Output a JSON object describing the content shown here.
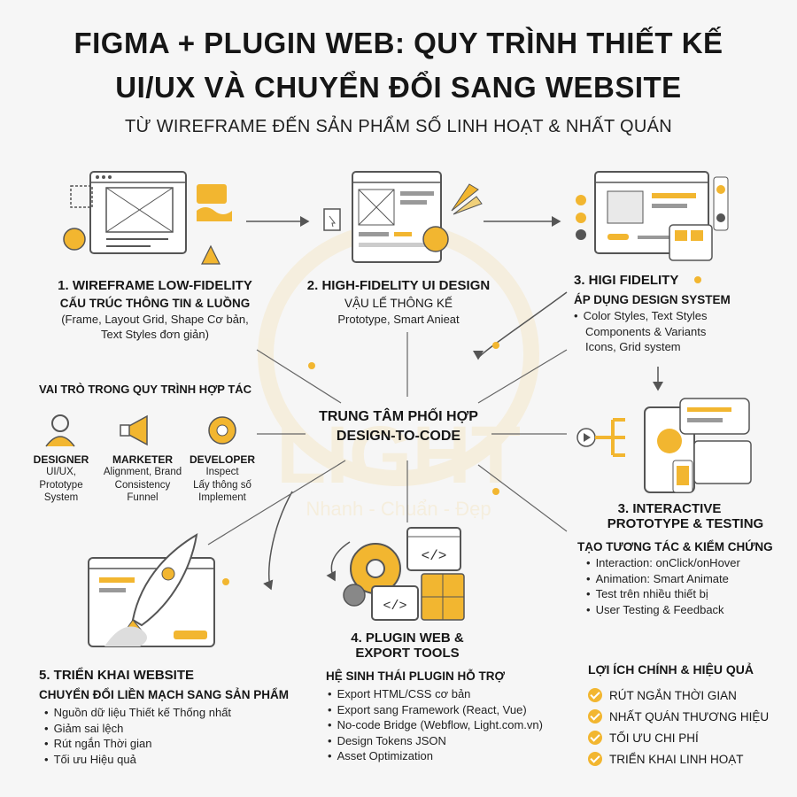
{
  "header": {
    "title_line1": "FIGMA + PLUGIN WEB: QUY TRÌNH THIẾT KẾ",
    "title_line2": "UI/UX VÀ CHUYỂN ĐỔI SANG WEBSITE",
    "subtitle": "TỪ WIREFRAME ĐẾN SẢN PHẨM SỐ LINH HOẠT & NHẤT QUÁN"
  },
  "center": {
    "line1": "TRUNG TÂM PHỐI HỢP",
    "line2": "DESIGN-TO-CODE"
  },
  "watermark": {
    "logo": "LIGHT",
    "tagline": "Nhanh - Chuẩn - Đẹp"
  },
  "step1": {
    "title": "1. WIREFRAME LOW-FIDELITY",
    "subtitle": "CẤU TRÚC THÔNG TIN & LUỒNG",
    "desc1": "(Frame, Layout Grid, Shape Cơ bản,",
    "desc2": "Text Styles đơn giản)"
  },
  "step2": {
    "title": "2. HIGH-FIDELITY UI DESIGN",
    "subtitle": "VẬU LẾ THÔNG KẾ",
    "desc": "Prototype, Smart Anieat"
  },
  "step3a": {
    "title": "3. HIGI FIDELITY",
    "subtitle": "ÁP DỤNG DESIGN SYSTEM",
    "items": [
      "Color Styles, Text Styles",
      "Components & Variants",
      "Icons, Grid system"
    ]
  },
  "step3b": {
    "title1": "3. INTERACTIVE",
    "title2": "PROTOTYPE & TESTING",
    "subtitle": "TẠO TƯƠNG TÁC & KIỂM CHỨNG",
    "items": [
      "Interaction: onClick/onHover",
      "Animation: Smart Animate",
      "Test trên nhiều thiết bị",
      "User Testing & Feedback"
    ]
  },
  "step4": {
    "title1": "4. PLUGIN WEB &",
    "title2": "EXPORT TOOLS",
    "subtitle": "HỆ SINH THÁI PLUGIN HỖ TRỢ",
    "items": [
      "Export HTML/CSS cơ bản",
      "Export sang Framework (React, Vue)",
      "No-code Bridge (Webflow, Light.com.vn)",
      "Design Tokens JSON",
      "Asset Optimization"
    ],
    "code_label": "</>"
  },
  "step5": {
    "title": "5. TRIỂN KHAI WEBSITE",
    "subtitle": "CHUYỂN ĐỔI LIỀN MẠCH SANG SẢN PHẨM",
    "items": [
      "Nguồn dữ liệu Thiết kế Thống nhất",
      "Giảm sai lệch",
      "Rút ngắn Thời gian",
      "Tối ưu Hiệu quả"
    ]
  },
  "roles": {
    "heading": "VAI TRÒ TRONG QUY TRÌNH HỢP TÁC",
    "designer": {
      "title": "DESIGNER",
      "l1": "UI/UX,",
      "l2": "Prototype",
      "l3": "System"
    },
    "marketer": {
      "title": "MARKETER",
      "l1": "Alignment, Brand",
      "l2": "Consistency",
      "l3": "Funnel"
    },
    "developer": {
      "title": "DEVELOPER",
      "l1": "Inspect",
      "l2": "Lấy thông số",
      "l3": "Implement"
    }
  },
  "benefits": {
    "heading": "LỢI ÍCH CHÍNH & HIỆU QUẢ",
    "items": [
      "RÚT NGẮN THỜI GIAN",
      "NHẤT QUÁN THƯƠNG HIỆU",
      "TỐI ƯU CHI PHÍ",
      "TRIỂN KHAI LINH HOẠT"
    ]
  },
  "colors": {
    "accent": "#f2b630",
    "ink": "#161616",
    "line": "#555555",
    "background": "#f6f6f6"
  }
}
